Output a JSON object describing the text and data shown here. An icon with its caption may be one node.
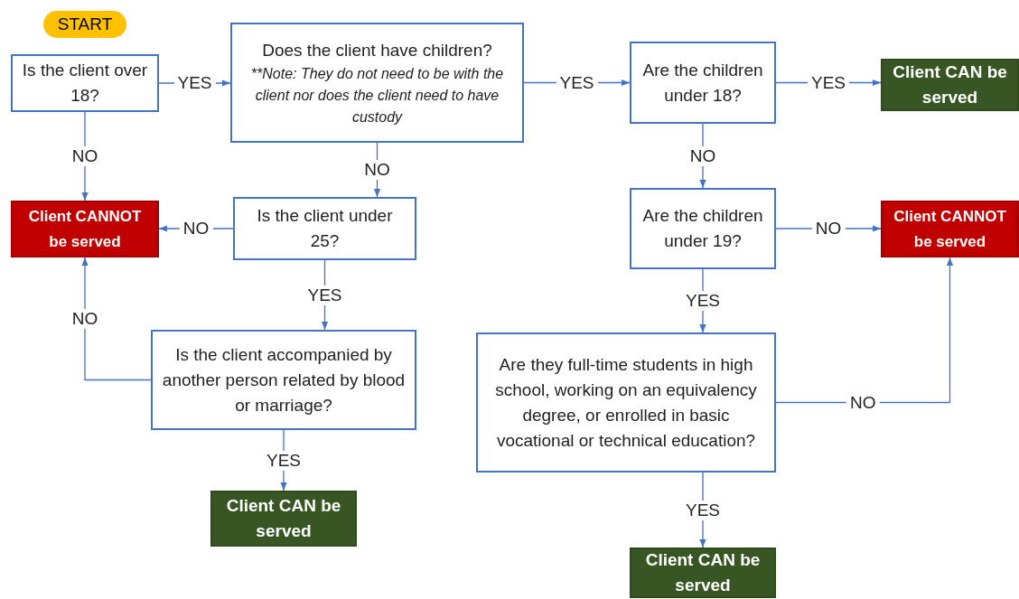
{
  "diagram": {
    "nodes": [
      {
        "text": [
          "START"
        ]
      },
      {
        "text": [
          "Is the client over 18?"
        ]
      },
      {
        "text": [
          "Does the client have children?",
          "**Note: They do not need to be with the client nor does the client need to have custody"
        ]
      },
      {
        "text": [
          "Are the children under 18?"
        ]
      },
      {
        "text": [
          "Client CAN be served"
        ]
      },
      {
        "text": [
          "Client CANNOT be served"
        ]
      },
      {
        "text": [
          "Is the client under 25?"
        ]
      },
      {
        "text": [
          "Are the children under 19?"
        ]
      },
      {
        "text": [
          "Client CANNOT be served"
        ]
      },
      {
        "text": [
          "Is the client accompanied by another person related by blood or marriage?"
        ]
      },
      {
        "text": [
          "Client CAN be served"
        ]
      },
      {
        "text": [
          "Are they full-time students in high school, working on an equivalency degree, or enrolled in basic vocational or technical education?"
        ]
      },
      {
        "text": [
          "Client CAN be served"
        ]
      }
    ],
    "edges": [
      {
        "from": 1,
        "to": 2,
        "arrow": "to",
        "label": "YES"
      },
      {
        "from": 2,
        "to": 3,
        "arrow": "to",
        "label": "YES"
      },
      {
        "from": 3,
        "to": 4,
        "arrow": "to",
        "label": "YES"
      },
      {
        "from": 1,
        "to": 5,
        "arrow": "to",
        "label": "NO"
      },
      {
        "from": 2,
        "to": 6,
        "arrow": "to",
        "label": "NO"
      },
      {
        "from": 6,
        "to": 5,
        "arrow": "to",
        "label": "NO"
      },
      {
        "from": 6,
        "to": 9,
        "arrow": "to",
        "label": "YES"
      },
      {
        "from": 9,
        "to": 5,
        "arrow": "to",
        "label": "NO"
      },
      {
        "from": 9,
        "to": 10,
        "arrow": "to",
        "label": "YES"
      },
      {
        "from": 3,
        "to": 7,
        "arrow": "to",
        "label": "NO"
      },
      {
        "from": 7,
        "to": 8,
        "arrow": "to",
        "label": "NO"
      },
      {
        "from": 7,
        "to": 11,
        "arrow": "to",
        "label": "YES"
      },
      {
        "from": 11,
        "to": 8,
        "arrow": "to",
        "label": "NO"
      },
      {
        "from": 11,
        "to": 12,
        "arrow": "to",
        "label": "YES"
      }
    ]
  }
}
